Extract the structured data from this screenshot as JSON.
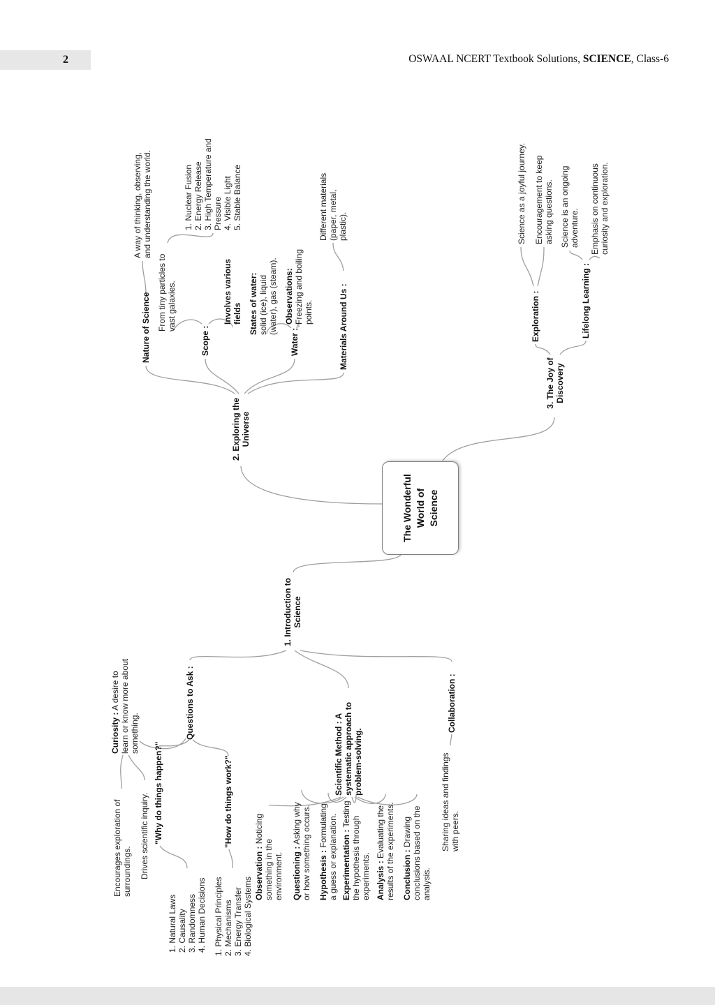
{
  "header": {
    "page_number": "2",
    "title_prefix": "OSWAAL NCERT Textbook Solutions, ",
    "title_bold": "SCIENCE",
    "title_suffix": ", Class-6"
  },
  "colors": {
    "connector": "#9f9f9f",
    "text": "#1c1c1c",
    "header_band": "#e7e7e7",
    "footer_band": "#e6e6e6"
  },
  "map": {
    "center": {
      "t": "The Wonderful\nWorld of\nScience"
    },
    "nodes": {
      "intro": {
        "t": "1. Introduction to\nScience"
      },
      "questions": {
        "t": "Questions to Ask :"
      },
      "curiosity": {
        "b": "Curiosity :",
        "t": " A desire to\nlearn or know more about\nsomething."
      },
      "encourages": {
        "t": "Encourages exploration of\nsurroundings."
      },
      "drives": {
        "t": "Drives scientific inquiry."
      },
      "why": {
        "t": "\"Why do things happen?\""
      },
      "why_list": {
        "t": "1. Natural Laws\n2. Causality\n3. Randomness\n4. Human Decisions"
      },
      "how": {
        "t": "\"How do things work?\""
      },
      "how_list": {
        "t": "1. Physical Principles\n2. Mechanisms\n3. Energy Transfer\n4. Biological Systems"
      },
      "scimethod": {
        "t": "Scientific Method : A\nsystematic approach to\nproblem-solving."
      },
      "observation": {
        "b": "Observation :",
        "t": " Noticing\nsomething in the\nenvironment."
      },
      "questioning": {
        "b": "Questioning :",
        "t": " Asking why\nor how something occurs."
      },
      "hypothesis": {
        "b": "Hypothesis :",
        "t": " Formulating\na guess or explanation."
      },
      "experimentation": {
        "b": "Experimentation :",
        "t": " Testing\nthe hypothesis through\nexperiments."
      },
      "analysis": {
        "b": "Analysis :",
        "t": " Evaluating the\nresults of the experiments."
      },
      "conclusion": {
        "b": "Conclusion :",
        "t": " Drawing\nconclusions based on the\nanalysis."
      },
      "collaboration": {
        "t": "Collaboration :"
      },
      "sharing": {
        "t": "Sharing ideas and findings\nwith peers."
      },
      "exploring": {
        "t": "2. Exploring the\nUniverse"
      },
      "nature": {
        "t": "Nature of Science"
      },
      "away": {
        "t": "A way of thinking, observing,\nand understanding the world."
      },
      "scope": {
        "t": "Scope :"
      },
      "fromtiny": {
        "t": "From tiny particles to\nvast galaxies."
      },
      "sunlist": {
        "t": "1. Nuclear Fusion\n2. Energy Release\n3. High Temperature and\nPressure\n4. Visible Light\n5. Stable Balance"
      },
      "involves": {
        "t": "Involves various\nfields"
      },
      "water": {
        "t": "Water :"
      },
      "states": {
        "b": "States of water:",
        "t": "\nsolid (ice), liquid\n(water), gas (steam)."
      },
      "obs": {
        "b": "Observations:",
        "t": "\nFreezing and boiling\npoints."
      },
      "materials": {
        "t": "Materials Around Us :"
      },
      "diffmat": {
        "t": "Different materials\n(paper, metal,\nplastic)."
      },
      "joy": {
        "t": "3. The Joy of\nDiscovery"
      },
      "exploration": {
        "t": "Exploration :"
      },
      "joyful": {
        "t": "Science as a joyful journey."
      },
      "encouragement": {
        "t": "Encouragement to keep\nasking questions."
      },
      "lifelong": {
        "t": "Lifelong Learning :"
      },
      "ongoing": {
        "t": "Science is an ongoing\nadventure."
      },
      "emphasis": {
        "t": "Emphasis on continuous\ncuriosity and exploration."
      }
    }
  }
}
